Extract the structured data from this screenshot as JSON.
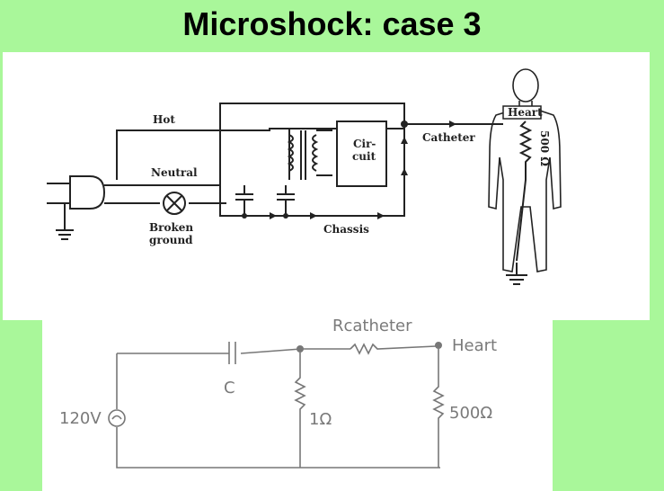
{
  "slide": {
    "title": "Microshock:  case 3"
  },
  "diagram": {
    "labels": {
      "hot": "Hot",
      "neutral": "Neutral",
      "broken_ground": [
        "Broken",
        "ground"
      ],
      "chassis": "Chassis",
      "circuit": [
        "Cir-",
        "cuit"
      ],
      "catheter": "Catheter",
      "heart": "Heart",
      "resistance": "500 Ω"
    }
  },
  "sketch": {
    "labels": {
      "r_catheter": "Rcatheter",
      "heart": "Heart",
      "capacitor": "C",
      "source": "120V",
      "shunt": "1Ω",
      "body": "500Ω"
    }
  }
}
